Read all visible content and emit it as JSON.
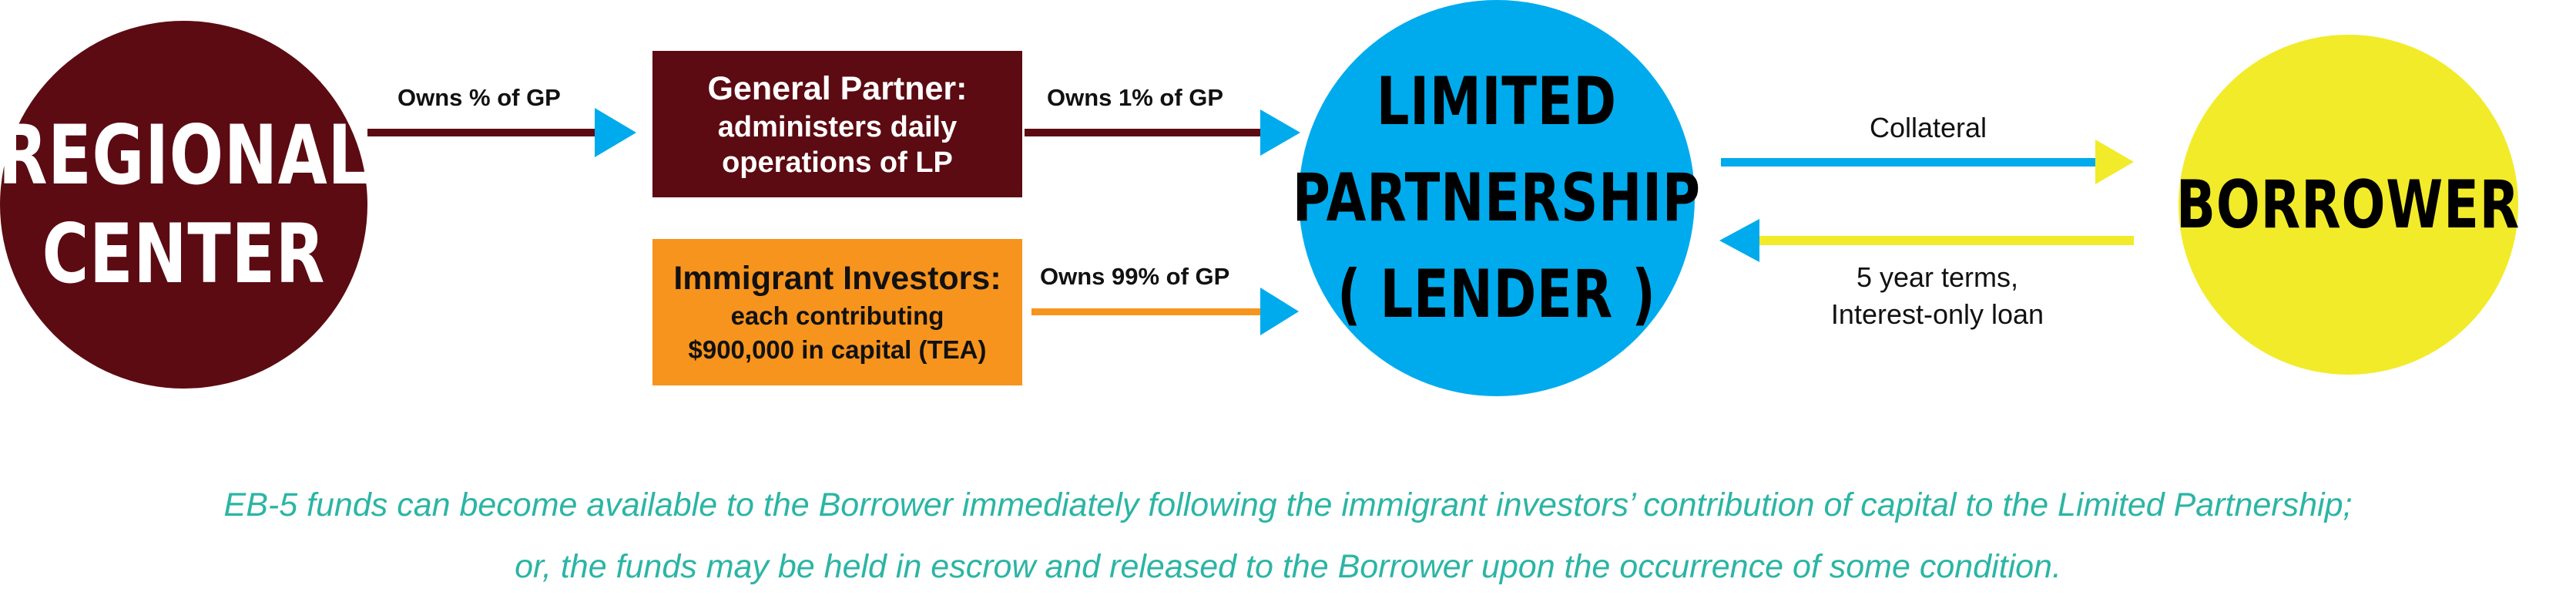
{
  "nodes": {
    "regional_center": {
      "line1": "REGIONAL",
      "line2": "CENTER"
    },
    "limited_partnership": {
      "line1": "LIMITED",
      "line2": "PARTNERSHIP",
      "line3": "( LENDER )"
    },
    "borrower": {
      "line1": "BORROWER"
    },
    "general_partner": {
      "title": "General Partner:",
      "line1": "administers daily",
      "line2": "operations of LP"
    },
    "immigrant_investors": {
      "title": "Immigrant Investors:",
      "line1": "each contributing",
      "line2": "$900,000 in capital (TEA)"
    }
  },
  "edges": {
    "rc_to_gp": "Owns % of GP",
    "gp_to_lp": "Owns 1% of GP",
    "ii_to_lp": "Owns 99% of GP",
    "collateral": "Collateral",
    "terms_line1": "5 year terms,",
    "terms_line2": "Interest-only loan"
  },
  "footnote": {
    "line1": "EB-5 funds can become available to the Borrower immediately following the immigrant investors’ contribution of capital to the Limited Partnership;",
    "line2": "or, the funds may be held in escrow and released to the Borrower upon the occurrence of some condition."
  },
  "colors": {
    "maroon": "#5c0b12",
    "blue": "#00abed",
    "yellow": "#f2eb29",
    "orange": "#f7941d",
    "teal_text": "#2bb5a4"
  }
}
